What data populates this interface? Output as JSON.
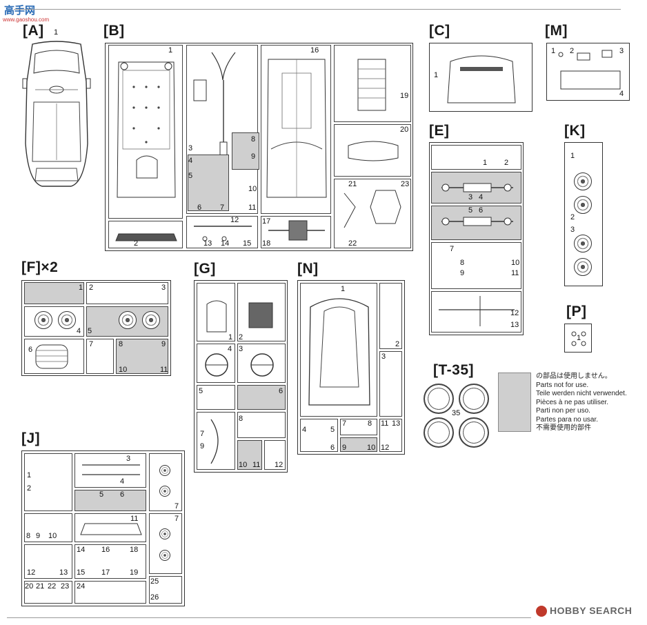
{
  "header": {
    "top_text_left": "",
    "top_text_mid": "",
    "top_text_right": "",
    "site_logo": "高手网",
    "site_url": "www.gaoshou.com"
  },
  "trees": {
    "A": {
      "title": "[A]",
      "parts": [
        "1"
      ]
    },
    "B": {
      "title": "[B]",
      "parts": [
        "1",
        "2",
        "3",
        "4",
        "5",
        "6",
        "7",
        "8",
        "9",
        "10",
        "11",
        "12",
        "13",
        "14",
        "15",
        "16",
        "17",
        "18",
        "19",
        "20",
        "21",
        "22",
        "23"
      ]
    },
    "C": {
      "title": "[C]",
      "parts": [
        "1"
      ]
    },
    "M": {
      "title": "[M]",
      "parts": [
        "1",
        "2",
        "3",
        "4"
      ]
    },
    "E": {
      "title": "[E]",
      "parts": [
        "1",
        "2",
        "3",
        "4",
        "5",
        "6",
        "7",
        "8",
        "9",
        "10",
        "11",
        "12",
        "13"
      ]
    },
    "K": {
      "title": "[K]",
      "parts": [
        "1",
        "2",
        "3"
      ]
    },
    "P": {
      "title": "[P]",
      "parts": [
        "1"
      ]
    },
    "F": {
      "title": "[F]×2",
      "parts": [
        "1",
        "2",
        "3",
        "4",
        "5",
        "6",
        "7",
        "8",
        "9",
        "10",
        "11"
      ]
    },
    "G": {
      "title": "[G]",
      "parts": [
        "1",
        "2",
        "3",
        "4",
        "5",
        "6",
        "7",
        "8",
        "9",
        "10",
        "11",
        "12"
      ]
    },
    "N": {
      "title": "[N]",
      "parts": [
        "1",
        "2",
        "3",
        "4",
        "5",
        "6",
        "7",
        "8",
        "9",
        "10",
        "11",
        "12",
        "13"
      ]
    },
    "T": {
      "title": "[T-35]",
      "parts": [
        "35"
      ]
    },
    "J": {
      "title": "[J]",
      "parts": [
        "1",
        "2",
        "3",
        "4",
        "5",
        "6",
        "7",
        "8",
        "9",
        "10",
        "11",
        "12",
        "13",
        "14",
        "15",
        "16",
        "17",
        "18",
        "19",
        "20",
        "21",
        "22",
        "23",
        "24",
        "25",
        "26"
      ]
    }
  },
  "legend": {
    "lines": [
      "の部品は使用しません。",
      "Parts not for use.",
      "Teile werden nicht verwendet.",
      "Pièces à ne pas utiliser.",
      "Parti non per uso.",
      "Partes para no usar.",
      "不需要使用的部件"
    ]
  },
  "watermark": {
    "brand": "HOBBY SEARCH"
  },
  "colors": {
    "line": "#333333",
    "shade": "#cfcfcf",
    "paper": "#ffffff"
  }
}
